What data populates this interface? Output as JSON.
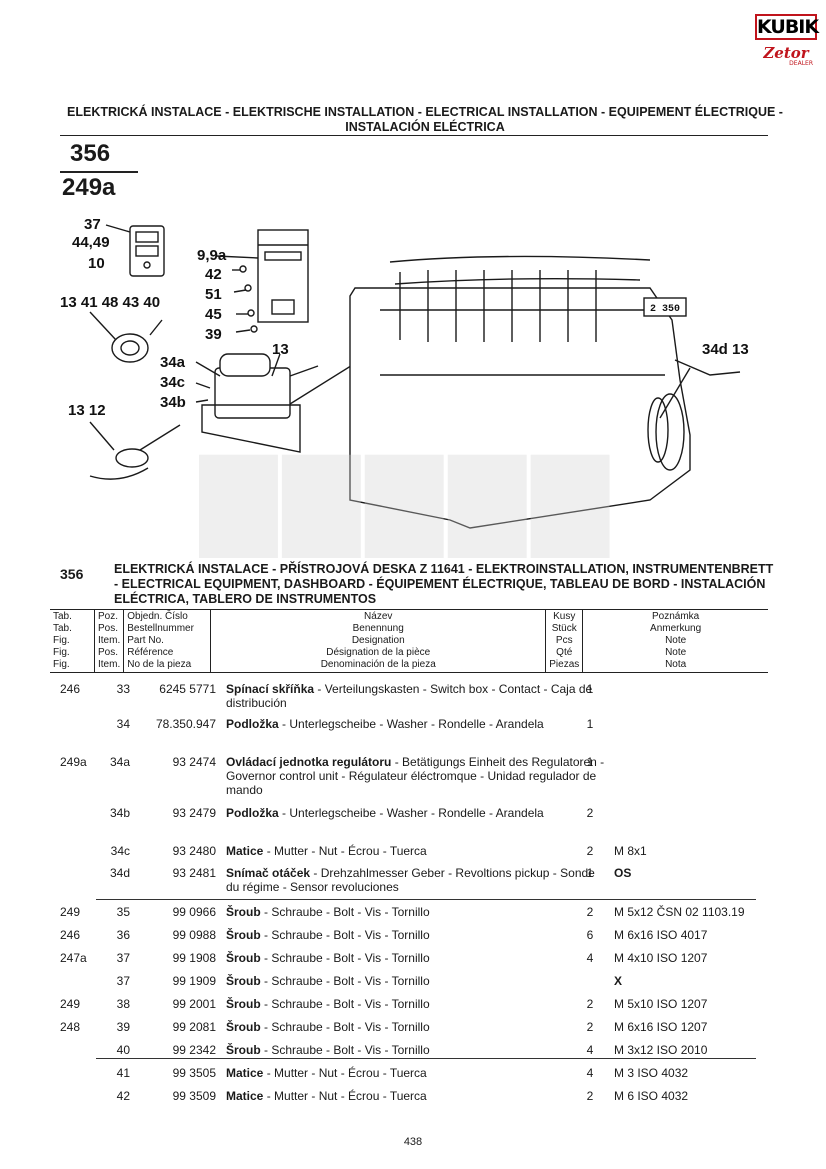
{
  "logo": {
    "brand": "KUBIK",
    "sub": "Zetor",
    "dealer": "DEALER"
  },
  "title": "ELEKTRICKÁ INSTALACE - ELEKTRISCHE INSTALLATION - ELECTRICAL INSTALLATION - EQUIPEMENT ÉLECTRIQUE - INSTALACIÓN ELÉCTRICA",
  "figure_numbers": [
    "356",
    "249a"
  ],
  "callouts": {
    "a": "37",
    "b": "44,49",
    "c": "10",
    "d": "9,9a",
    "e": "42",
    "f": "51",
    "g": "45",
    "h": "39",
    "i": "13 41 48 43 40",
    "j": "13",
    "k": "34a",
    "l": "34c",
    "m": "34b",
    "n": "13 12",
    "o": "34d 13",
    "p": "2 350"
  },
  "section": {
    "number": "356",
    "title": "ELEKTRICKÁ INSTALACE - PŘÍSTROJOVÁ DESKA Z 11641 - ELEKTROINSTALLATION, INSTRUMENTENBRETT - ELECTRICAL EQUIPMENT, DASHBOARD - ÉQUIPEMENT ÉLECTRIQUE, TABLEAU DE BORD - INSTALACIÓN ELÉCTRICA, TABLERO DE INSTRUMENTOS"
  },
  "headers": {
    "tab": [
      "Tab.",
      "Tab.",
      "Fig.",
      "Fig.",
      "Fig."
    ],
    "poz": [
      "Poz.",
      "Pos.",
      "Item.",
      "Pos.",
      "Item."
    ],
    "obj": [
      "Objedn. Číslo",
      "Bestellnummer",
      "Part No.",
      "Référence",
      "No de la pieza"
    ],
    "name": [
      "Název",
      "Benennung",
      "Designation",
      "Désignation de la pièce",
      "Denominación de la pieza"
    ],
    "qty": [
      "Kusy",
      "Stück",
      "Pcs",
      "Qté",
      "Piezas"
    ],
    "note": [
      "Poznámka",
      "Anmerkung",
      "Note",
      "Note",
      "Nota"
    ]
  },
  "rows": [
    {
      "tab": "246",
      "poz": "33",
      "obj": "6245 5771",
      "bold": "Spínací skříňka",
      "rest": " - Verteilungskasten - Switch box - Contact - Caja de distribución",
      "qty": "1",
      "note": ""
    },
    {
      "tab": "",
      "poz": "34",
      "obj": "78.350.947",
      "bold": "Podložka",
      "rest": " - Unterlegscheibe - Washer - Rondelle - Arandela",
      "qty": "1",
      "note": ""
    },
    {
      "tab": "249a",
      "poz": "34a",
      "obj": "93 2474",
      "bold": "Ovládací jednotka regulátoru",
      "rest": " - Betätigungs Einheit des Regulatoren - Governor control unit - Régulateur éléctromque - Unidad regulador de mando",
      "qty": "1",
      "note": ""
    },
    {
      "tab": "",
      "poz": "34b",
      "obj": "93 2479",
      "bold": "Podložka",
      "rest": " - Unterlegscheibe - Washer - Rondelle - Arandela",
      "qty": "2",
      "note": ""
    },
    {
      "tab": "",
      "poz": "34c",
      "obj": "93 2480",
      "bold": "Matice",
      "rest": " - Mutter - Nut - Écrou - Tuerca",
      "qty": "2",
      "note": "M 8x1"
    },
    {
      "tab": "",
      "poz": "34d",
      "obj": "93 2481",
      "bold": "Snímač otáček",
      "rest": " - Drehzahlmesser Geber - Revoltions pickup - Sonde du régime - Sensor revoluciones",
      "qty": "1",
      "note": "OS"
    },
    {
      "tab": "249",
      "poz": "35",
      "obj": "99 0966",
      "bold": "Šroub",
      "rest": " - Schraube - Bolt - Vis - Tornillo",
      "qty": "2",
      "note": "M 5x12 ČSN 02 1103.19"
    },
    {
      "tab": "246",
      "poz": "36",
      "obj": "99 0988",
      "bold": "Šroub",
      "rest": " - Schraube - Bolt - Vis - Tornillo",
      "qty": "6",
      "note": "M 6x16 ISO 4017"
    },
    {
      "tab": "247a",
      "poz": "37",
      "obj": "99 1908",
      "bold": "Šroub",
      "rest": " - Schraube - Bolt - Vis - Tornillo",
      "qty": "4",
      "note": "M 4x10 ISO 1207"
    },
    {
      "tab": "",
      "poz": "37",
      "obj": "99 1909",
      "bold": "Šroub",
      "rest": " - Schraube - Bolt - Vis - Tornillo",
      "qty": "",
      "note": "X"
    },
    {
      "tab": "249",
      "poz": "38",
      "obj": "99 2001",
      "bold": "Šroub",
      "rest": " - Schraube - Bolt - Vis - Tornillo",
      "qty": "2",
      "note": "M 5x10 ISO 1207"
    },
    {
      "tab": "248",
      "poz": "39",
      "obj": "99 2081",
      "bold": "Šroub",
      "rest": " - Schraube - Bolt - Vis - Tornillo",
      "qty": "2",
      "note": "M 6x16 ISO 1207"
    },
    {
      "tab": "",
      "poz": "40",
      "obj": "99 2342",
      "bold": "Šroub",
      "rest": " - Schraube - Bolt - Vis - Tornillo",
      "qty": "4",
      "note": "M 3x12 ISO 2010"
    },
    {
      "tab": "",
      "poz": "41",
      "obj": "99 3505",
      "bold": "Matice",
      "rest": " - Mutter - Nut - Écrou - Tuerca",
      "qty": "4",
      "note": "M 3 ISO 4032"
    },
    {
      "tab": "",
      "poz": "42",
      "obj": "99 3509",
      "bold": "Matice",
      "rest": " - Mutter - Nut - Écrou - Tuerca",
      "qty": "2",
      "note": "M 6 ISO 4032"
    }
  ],
  "page_number": "438"
}
